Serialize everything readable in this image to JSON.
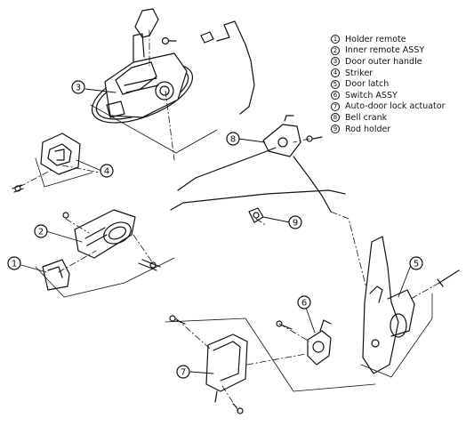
{
  "legend": [
    {
      "num": "1",
      "label": "Holder remote"
    },
    {
      "num": "2",
      "label": "Inner remote ASSY"
    },
    {
      "num": "3",
      "label": "Door outer handle"
    },
    {
      "num": "4",
      "label": "Striker"
    },
    {
      "num": "5",
      "label": "Door latch"
    },
    {
      "num": "6",
      "label": "Switch ASSY"
    },
    {
      "num": "7",
      "label": "Auto-door lock actuator"
    },
    {
      "num": "8",
      "label": "Bell crank"
    },
    {
      "num": "9",
      "label": "Rod holder"
    }
  ],
  "callouts": [
    "1",
    "2",
    "3",
    "4",
    "5",
    "6",
    "7",
    "8",
    "9"
  ],
  "colors": {
    "ink": "#111111",
    "paper": "#ffffff"
  }
}
